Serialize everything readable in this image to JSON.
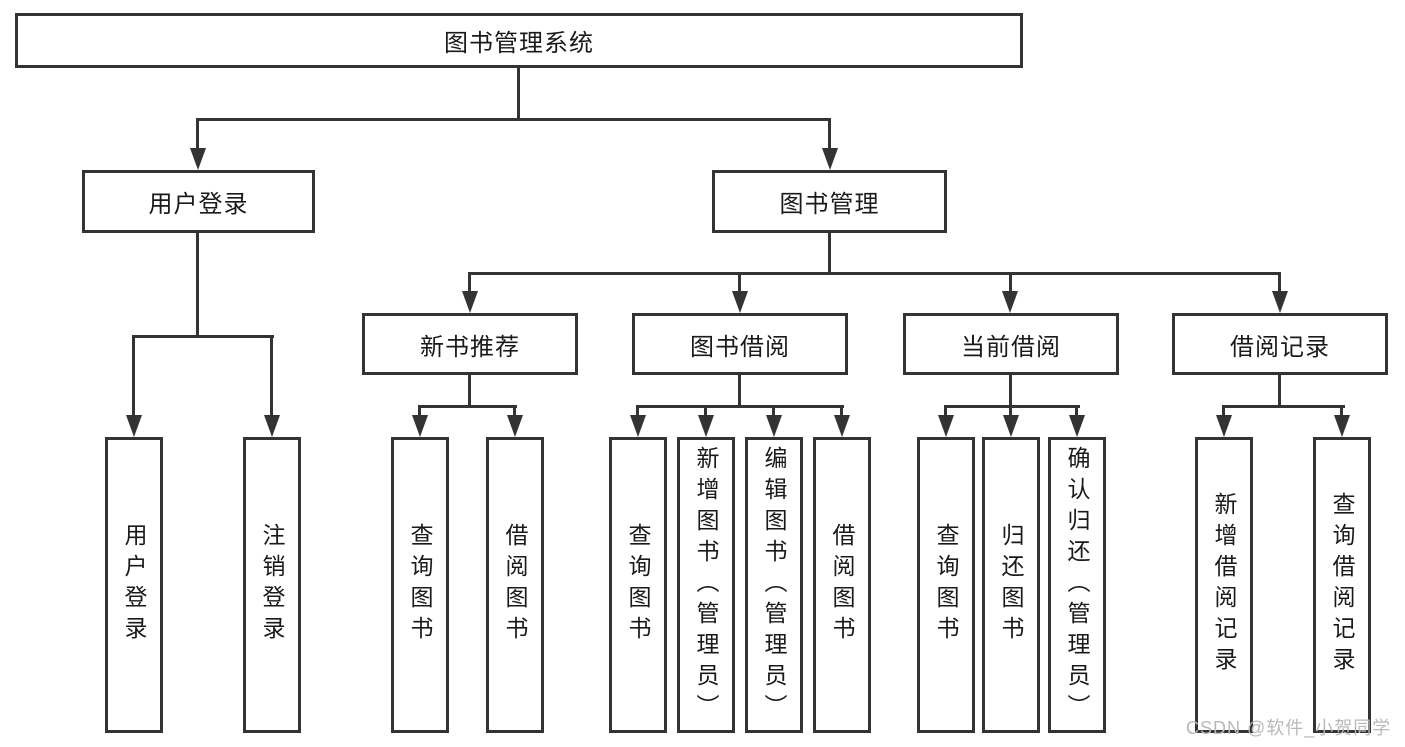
{
  "diagram": {
    "root": "图书管理系统",
    "level2": {
      "user_login": "用户登录",
      "book_mgmt": "图书管理"
    },
    "level3": {
      "new_book_rec": "新书推荐",
      "book_borrow": "图书借阅",
      "current_borrow": "当前借阅",
      "borrow_records": "借阅记录"
    },
    "level4": {
      "user_login": [
        "用户登录",
        "注销登录"
      ],
      "new_book_rec": [
        "查询图书",
        "借阅图书"
      ],
      "book_borrow": [
        "查询图书",
        "新增图书（管理员）",
        "编辑图书（管理员）",
        "借阅图书"
      ],
      "current_borrow": [
        "查询图书",
        "归还图书",
        "确认归还（管理员）"
      ],
      "borrow_records": [
        "新增借阅记录",
        "查询借阅记录"
      ]
    }
  },
  "watermark": "CSDN @软件_小贺同学",
  "colors": {
    "line": "#333333",
    "text": "#1a1a1a",
    "watermark": "#b9b9b9"
  }
}
